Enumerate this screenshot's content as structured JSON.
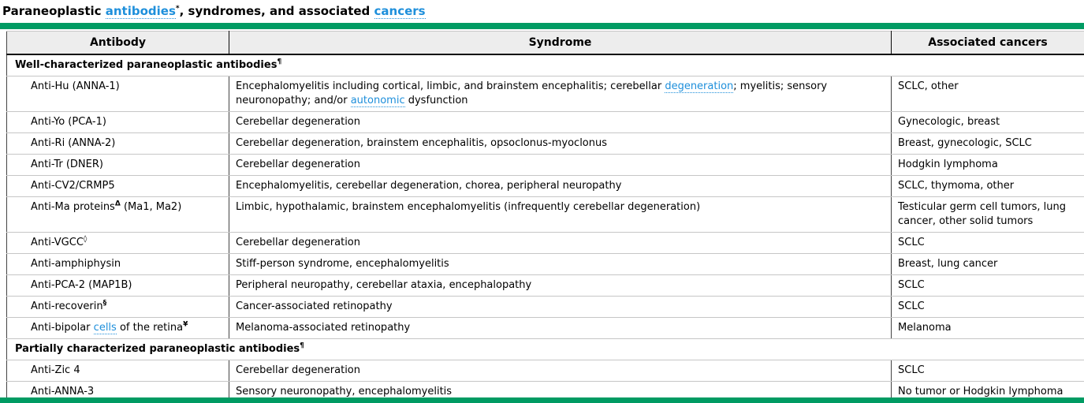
{
  "colors": {
    "accent_green": "#009b63",
    "link_blue": "#1e8fdb",
    "header_bg": "#ededed",
    "row_divider": "#c6c6c6",
    "column_divider": "#444444"
  },
  "title": {
    "segments": [
      {
        "type": "text",
        "text": "Paraneoplastic "
      },
      {
        "type": "link",
        "text": "antibodies"
      },
      {
        "type": "sup",
        "text": "*"
      },
      {
        "type": "text",
        "text": ", syndromes, and associated "
      },
      {
        "type": "link",
        "text": "cancers"
      }
    ]
  },
  "table": {
    "columns": [
      "Antibody",
      "Syndrome",
      "Associated cancers"
    ],
    "sections": [
      {
        "header": [
          {
            "type": "text",
            "text": "Well-characterized paraneoplastic antibodies"
          },
          {
            "type": "sup",
            "text": "¶"
          }
        ],
        "rows": [
          {
            "antibody": [
              {
                "type": "text",
                "text": "Anti-Hu (ANNA-1)"
              }
            ],
            "syndrome": [
              {
                "type": "text",
                "text": "Encephalomyelitis including cortical, limbic, and brainstem encephalitis; cerebellar "
              },
              {
                "type": "link",
                "text": "degeneration"
              },
              {
                "type": "text",
                "text": "; myelitis; sensory neuronopathy; and/or "
              },
              {
                "type": "link",
                "text": "autonomic"
              },
              {
                "type": "text",
                "text": " dysfunction"
              }
            ],
            "cancers": [
              {
                "type": "text",
                "text": "SCLC, other"
              }
            ]
          },
          {
            "antibody": [
              {
                "type": "text",
                "text": "Anti-Yo (PCA-1)"
              }
            ],
            "syndrome": [
              {
                "type": "text",
                "text": "Cerebellar degeneration"
              }
            ],
            "cancers": [
              {
                "type": "text",
                "text": "Gynecologic, breast"
              }
            ]
          },
          {
            "antibody": [
              {
                "type": "text",
                "text": "Anti-Ri (ANNA-2)"
              }
            ],
            "syndrome": [
              {
                "type": "text",
                "text": "Cerebellar degeneration, brainstem encephalitis, opsoclonus-myoclonus"
              }
            ],
            "cancers": [
              {
                "type": "text",
                "text": "Breast, gynecologic, SCLC"
              }
            ]
          },
          {
            "antibody": [
              {
                "type": "text",
                "text": "Anti-Tr (DNER)"
              }
            ],
            "syndrome": [
              {
                "type": "text",
                "text": "Cerebellar degeneration"
              }
            ],
            "cancers": [
              {
                "type": "text",
                "text": "Hodgkin lymphoma"
              }
            ]
          },
          {
            "antibody": [
              {
                "type": "text",
                "text": "Anti-CV2/CRMP5"
              }
            ],
            "syndrome": [
              {
                "type": "text",
                "text": "Encephalomyelitis, cerebellar degeneration, chorea, peripheral neuropathy"
              }
            ],
            "cancers": [
              {
                "type": "text",
                "text": "SCLC, thymoma, other"
              }
            ]
          },
          {
            "antibody": [
              {
                "type": "text",
                "text": "Anti-Ma proteins"
              },
              {
                "type": "sup",
                "text": "Δ"
              },
              {
                "type": "text",
                "text": " (Ma1, Ma2)"
              }
            ],
            "syndrome": [
              {
                "type": "text",
                "text": "Limbic, hypothalamic, brainstem encephalomyelitis (infrequently cerebellar degeneration)"
              }
            ],
            "cancers": [
              {
                "type": "text",
                "text": "Testicular germ cell tumors, lung cancer, other solid tumors"
              }
            ]
          },
          {
            "antibody": [
              {
                "type": "text",
                "text": "Anti-VGCC"
              },
              {
                "type": "sup",
                "text": "◊"
              }
            ],
            "syndrome": [
              {
                "type": "text",
                "text": "Cerebellar degeneration"
              }
            ],
            "cancers": [
              {
                "type": "text",
                "text": "SCLC"
              }
            ]
          },
          {
            "antibody": [
              {
                "type": "text",
                "text": "Anti-amphiphysin"
              }
            ],
            "syndrome": [
              {
                "type": "text",
                "text": "Stiff-person syndrome, encephalomyelitis"
              }
            ],
            "cancers": [
              {
                "type": "text",
                "text": "Breast, lung cancer"
              }
            ]
          },
          {
            "antibody": [
              {
                "type": "text",
                "text": "Anti-PCA-2 (MAP1B)"
              }
            ],
            "syndrome": [
              {
                "type": "text",
                "text": "Peripheral neuropathy, cerebellar ataxia, encephalopathy"
              }
            ],
            "cancers": [
              {
                "type": "text",
                "text": "SCLC"
              }
            ]
          },
          {
            "antibody": [
              {
                "type": "text",
                "text": "Anti-recoverin"
              },
              {
                "type": "sup",
                "text": "§"
              }
            ],
            "syndrome": [
              {
                "type": "text",
                "text": "Cancer-associated retinopathy"
              }
            ],
            "cancers": [
              {
                "type": "text",
                "text": "SCLC"
              }
            ]
          },
          {
            "antibody": [
              {
                "type": "text",
                "text": "Anti-bipolar "
              },
              {
                "type": "link",
                "text": "cells"
              },
              {
                "type": "text",
                "text": " of the retina"
              },
              {
                "type": "sup",
                "text": "¥"
              }
            ],
            "syndrome": [
              {
                "type": "text",
                "text": "Melanoma-associated retinopathy"
              }
            ],
            "cancers": [
              {
                "type": "text",
                "text": "Melanoma"
              }
            ]
          }
        ]
      },
      {
        "header": [
          {
            "type": "text",
            "text": "Partially characterized paraneoplastic antibodies"
          },
          {
            "type": "sup",
            "text": "¶"
          }
        ],
        "rows": [
          {
            "antibody": [
              {
                "type": "text",
                "text": "Anti-Zic 4"
              }
            ],
            "syndrome": [
              {
                "type": "text",
                "text": "Cerebellar degeneration"
              }
            ],
            "cancers": [
              {
                "type": "text",
                "text": "SCLC"
              }
            ]
          },
          {
            "antibody": [
              {
                "type": "text",
                "text": "Anti-ANNA-3"
              }
            ],
            "syndrome": [
              {
                "type": "text",
                "text": "Sensory neuronopathy, encephalomyelitis"
              }
            ],
            "cancers": [
              {
                "type": "text",
                "text": "No tumor or Hodgkin lymphoma"
              }
            ]
          }
        ]
      }
    ]
  }
}
